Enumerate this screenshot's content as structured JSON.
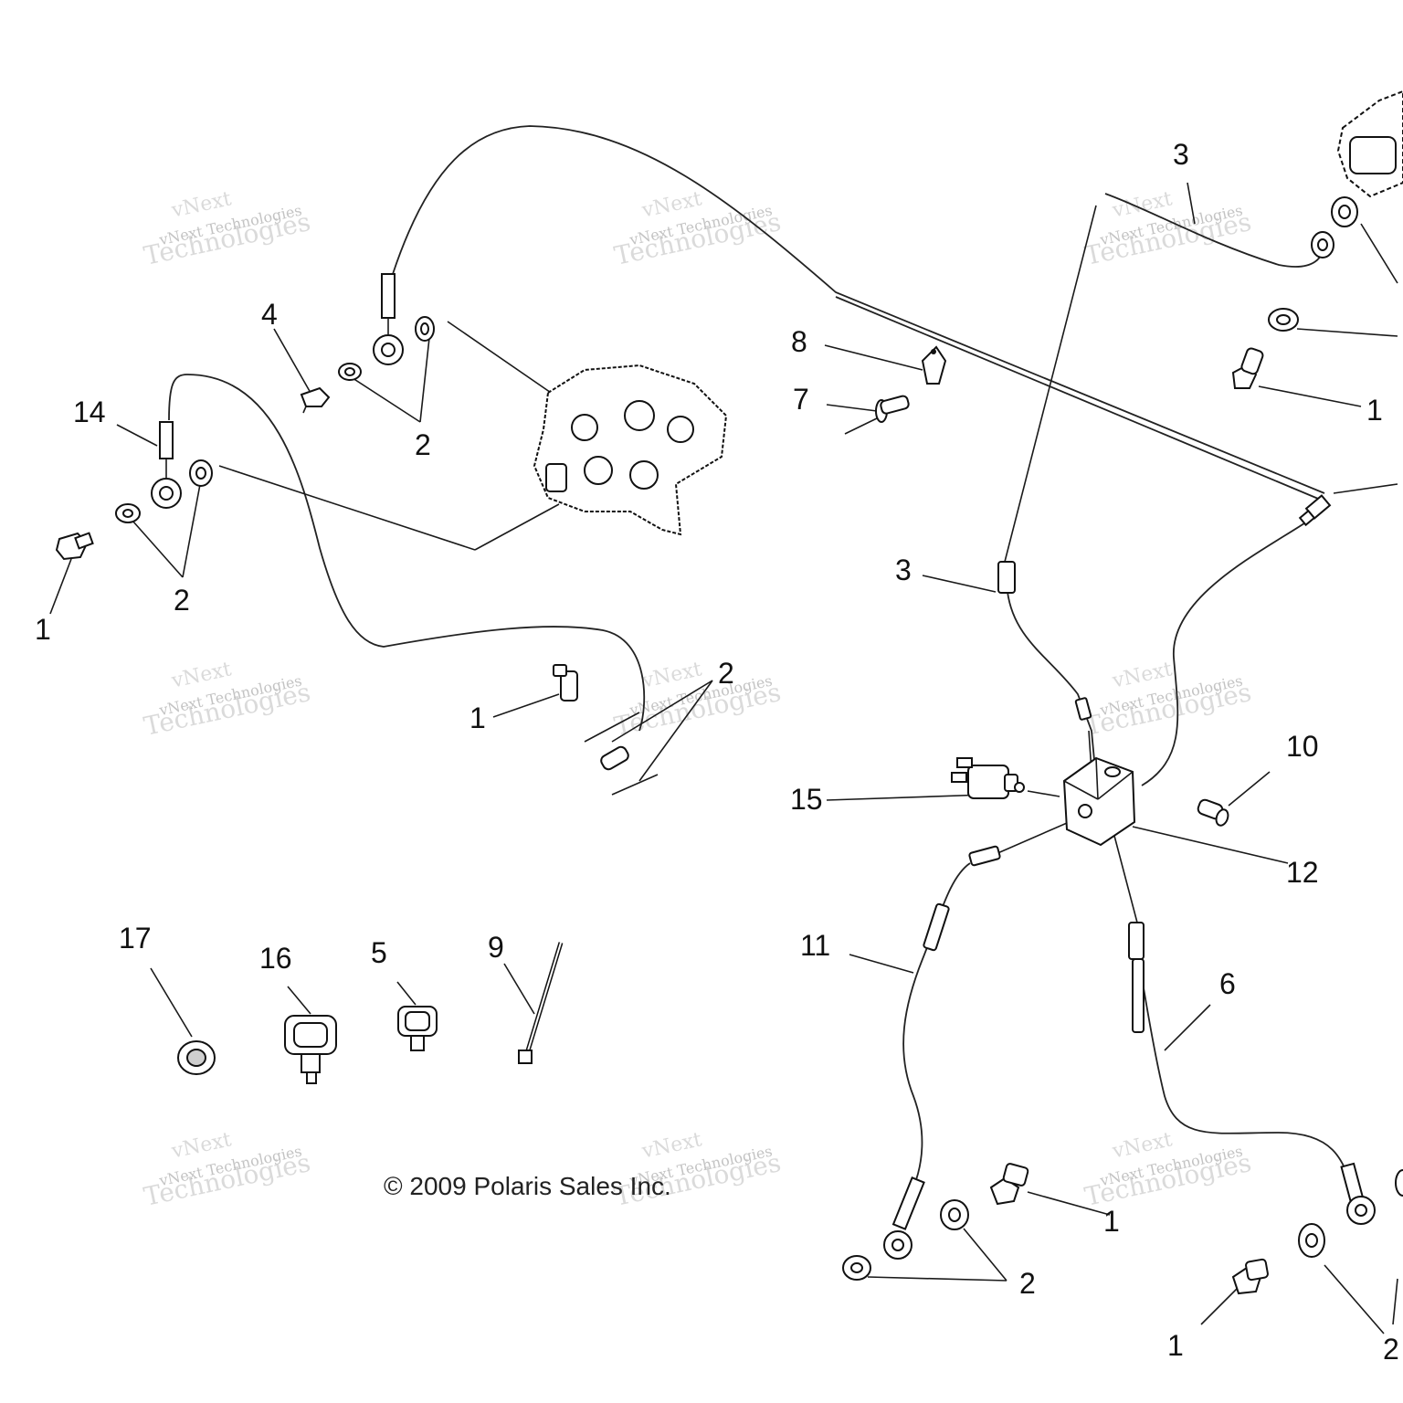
{
  "diagram": {
    "copyright": "© 2009 Polaris Sales Inc.",
    "watermark": {
      "line1": "vNext",
      "line2": "vNext Technologies",
      "line3": "Technologies"
    },
    "callouts": [
      {
        "id": "c-3-top",
        "label": "3"
      },
      {
        "id": "c-4",
        "label": "4"
      },
      {
        "id": "c-8",
        "label": "8"
      },
      {
        "id": "c-7",
        "label": "7"
      },
      {
        "id": "c-14",
        "label": "14"
      },
      {
        "id": "c-2-a",
        "label": "2"
      },
      {
        "id": "c-1-right-top",
        "label": "1"
      },
      {
        "id": "c-2-b",
        "label": "2"
      },
      {
        "id": "c-1-left",
        "label": "1"
      },
      {
        "id": "c-3-mid",
        "label": "3"
      },
      {
        "id": "c-2-c",
        "label": "2"
      },
      {
        "id": "c-1-mid",
        "label": "1"
      },
      {
        "id": "c-10",
        "label": "10"
      },
      {
        "id": "c-15",
        "label": "15"
      },
      {
        "id": "c-12",
        "label": "12"
      },
      {
        "id": "c-17",
        "label": "17"
      },
      {
        "id": "c-16",
        "label": "16"
      },
      {
        "id": "c-5",
        "label": "5"
      },
      {
        "id": "c-9",
        "label": "9"
      },
      {
        "id": "c-11",
        "label": "11"
      },
      {
        "id": "c-6",
        "label": "6"
      },
      {
        "id": "c-1-bottom-a",
        "label": "1"
      },
      {
        "id": "c-2-d",
        "label": "2"
      },
      {
        "id": "c-1-bottom-b",
        "label": "1"
      },
      {
        "id": "c-2-e",
        "label": "2"
      }
    ]
  }
}
